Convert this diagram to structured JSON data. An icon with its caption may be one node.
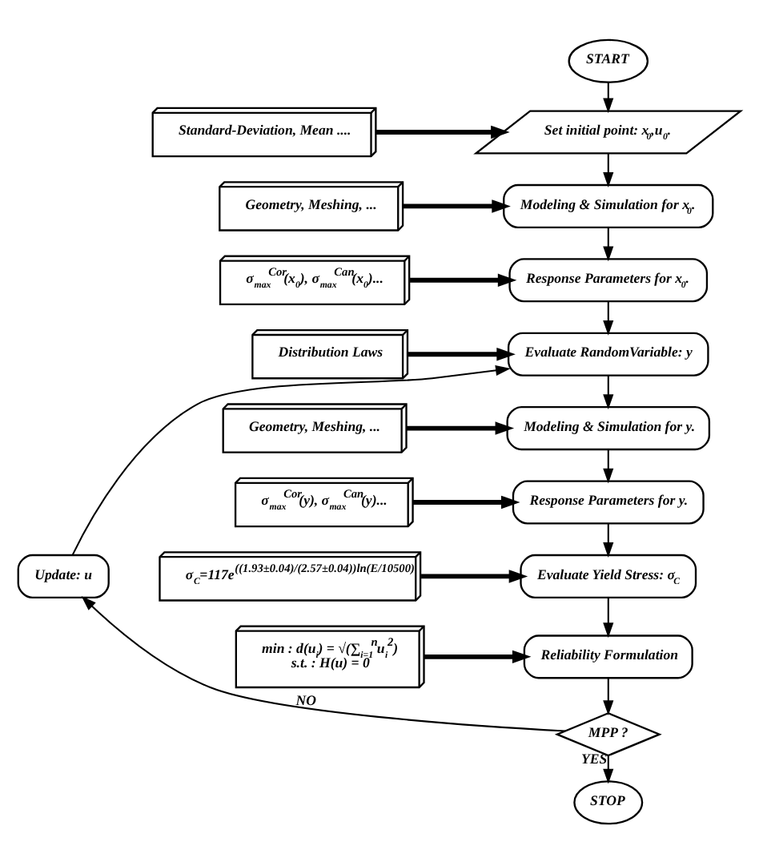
{
  "diagram": {
    "nodes": [
      {
        "text": [
          "START"
        ]
      },
      {
        "text": [
          "Standard-Deviation, Mean ...."
        ]
      },
      {
        "text": [
          "Set initial point: x$_{0}$,u$_{0}$."
        ]
      },
      {
        "text": [
          "Geometry, Meshing, ..."
        ]
      },
      {
        "text": [
          "Modeling & Simulation for x$_{0}$."
        ]
      },
      {
        "text": [
          "σ$_{max}$$^{Cor}$(x$_{0}$), σ$_{max}$$^{Can}$(x$_{0}$)..."
        ]
      },
      {
        "text": [
          "Response Parameters for x$_{0}$."
        ]
      },
      {
        "text": [
          "Distribution Laws"
        ]
      },
      {
        "text": [
          "Evaluate RandomVariable: y"
        ]
      },
      {
        "text": [
          "Geometry, Meshing, ..."
        ]
      },
      {
        "text": [
          "Modeling & Simulation for y."
        ]
      },
      {
        "text": [
          "σ$_{max}$$^{Cor}$(y), σ$_{max}$$^{Can}$(y)..."
        ]
      },
      {
        "text": [
          "Response Parameters for y."
        ]
      },
      {
        "text": [
          "σ$_{C}$=117e$^{((1.93±0.04)/(2.57±0.04))ln(E/10500)}$"
        ]
      },
      {
        "text": [
          "Evaluate Yield Stress: σ$_{C}$"
        ]
      },
      {
        "text": [
          "Update: u"
        ]
      },
      {
        "text": [
          "min : d(u$_{i}$) = √(∑$_{i=1}$$^{n}$u$_{i}$$^{2}$)",
          "s.t. : H(u) = 0"
        ]
      },
      {
        "text": [
          "Reliability Formulation"
        ]
      },
      {
        "text": [
          "MPP ?"
        ]
      },
      {
        "text": [
          "STOP"
        ]
      }
    ],
    "edges": [
      {
        "from": 0,
        "to": 2,
        "arrow": "to"
      },
      {
        "from": 1,
        "to": 2,
        "arrow": "to",
        "style": "thick"
      },
      {
        "from": 2,
        "to": 4,
        "arrow": "to"
      },
      {
        "from": 3,
        "to": 4,
        "arrow": "to",
        "style": "thick"
      },
      {
        "from": 4,
        "to": 6,
        "arrow": "to"
      },
      {
        "from": 5,
        "to": 6,
        "arrow": "to",
        "style": "thick"
      },
      {
        "from": 6,
        "to": 8,
        "arrow": "to"
      },
      {
        "from": 7,
        "to": 8,
        "arrow": "to",
        "style": "thick"
      },
      {
        "from": 8,
        "to": 10,
        "arrow": "to"
      },
      {
        "from": 9,
        "to": 10,
        "arrow": "to",
        "style": "thick"
      },
      {
        "from": 10,
        "to": 12,
        "arrow": "to"
      },
      {
        "from": 11,
        "to": 12,
        "arrow": "to",
        "style": "thick"
      },
      {
        "from": 12,
        "to": 14,
        "arrow": "to"
      },
      {
        "from": 13,
        "to": 14,
        "arrow": "to",
        "style": "thick"
      },
      {
        "from": 14,
        "to": 17,
        "arrow": "to"
      },
      {
        "from": 16,
        "to": 17,
        "arrow": "to",
        "style": "thick"
      },
      {
        "from": 17,
        "to": 18,
        "arrow": "to"
      },
      {
        "from": 18,
        "to": 19,
        "arrow": "to",
        "label": "YES"
      },
      {
        "from": 18,
        "to": 15,
        "arrow": "to",
        "label": "NO"
      },
      {
        "from": 15,
        "to": 8,
        "arrow": "to"
      }
    ]
  }
}
